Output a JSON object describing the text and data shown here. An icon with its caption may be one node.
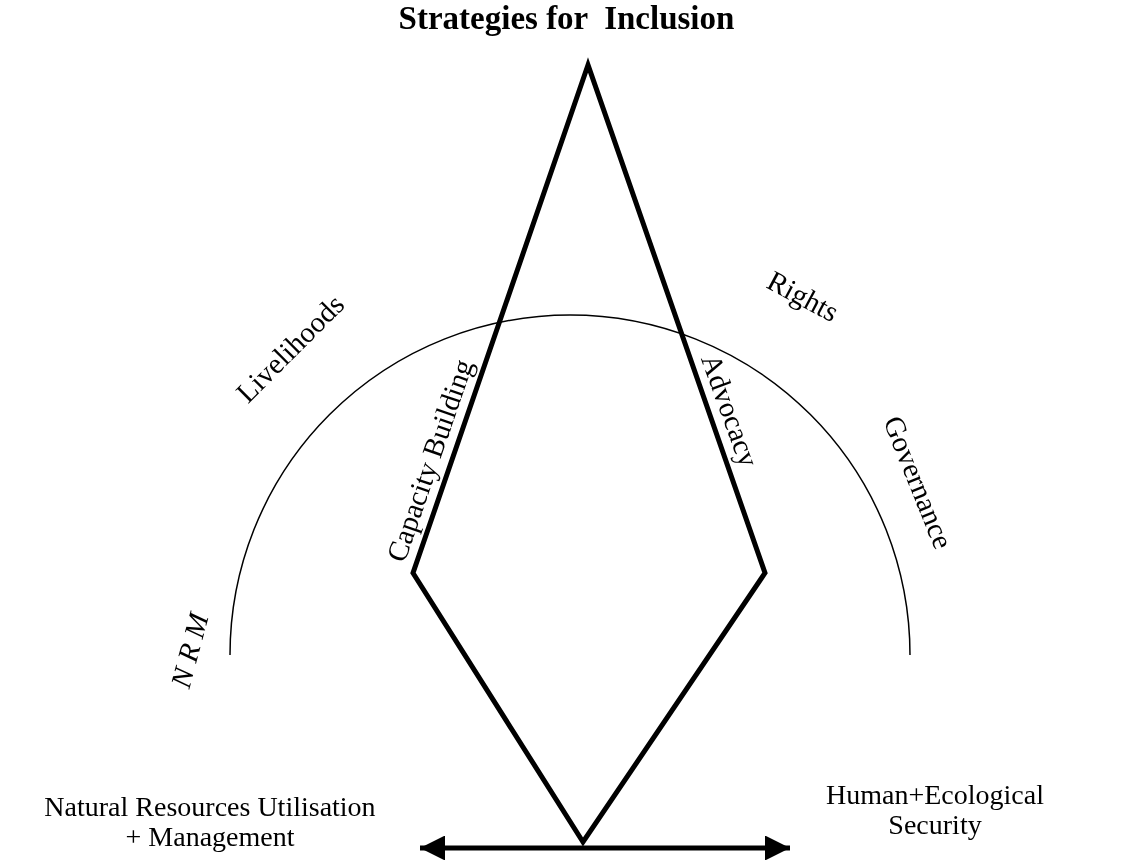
{
  "diagram": {
    "title": "Strategies for  Inclusion",
    "nodes": [
      {
        "text": [
          "Natural Resources Utilisation + Management"
        ]
      },
      {
        "text": [
          "Human+Ecological Security"
        ]
      }
    ],
    "edges": [
      {
        "from": 0,
        "to": 1,
        "arrow": "both"
      }
    ],
    "labels": [
      "N R M",
      "Livelihoods",
      "Capacity Building",
      "Rights",
      "Advocacy",
      "Governance"
    ]
  }
}
